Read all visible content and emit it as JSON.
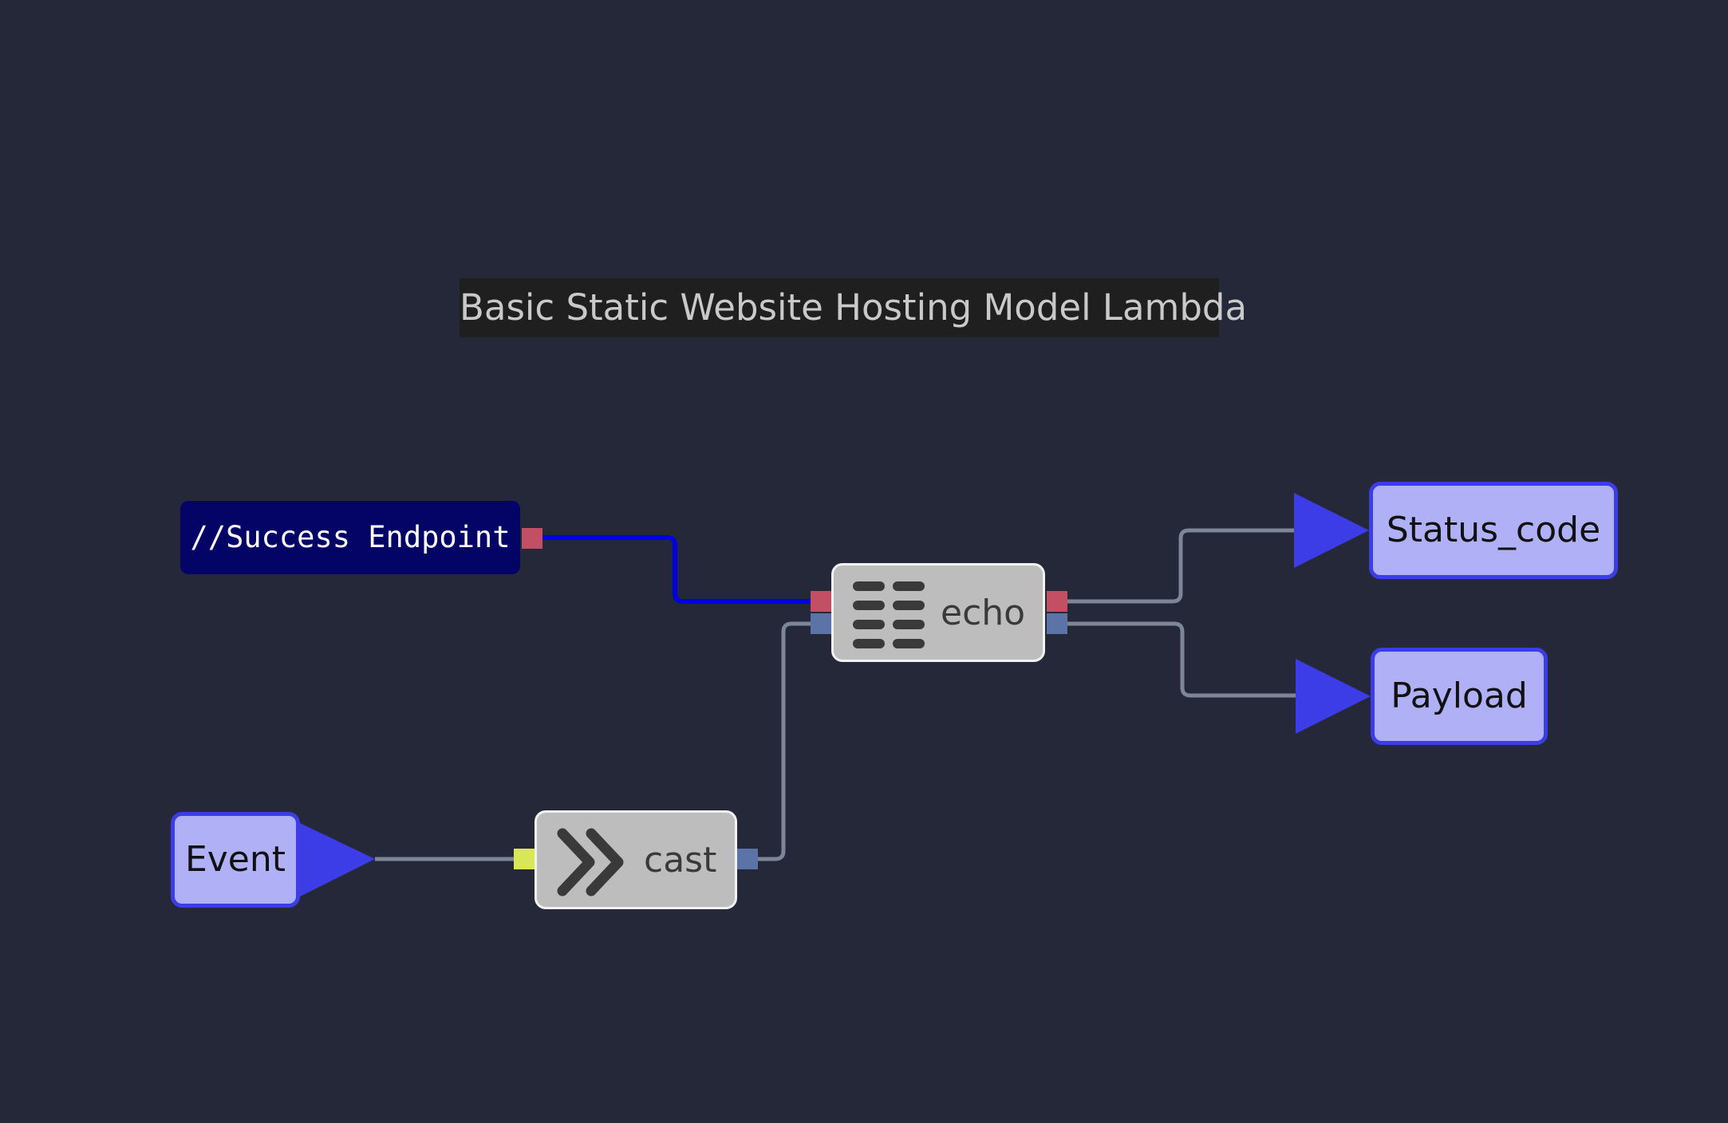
{
  "diagram": {
    "title": "Basic Static Website Hosting Model Lambda",
    "comment": "//Success Endpoint",
    "nodes": {
      "echo": {
        "label": "echo",
        "icon": "list-icon"
      },
      "cast": {
        "label": "cast",
        "icon": "double-chevron-right-icon"
      },
      "event": {
        "label": "Event"
      },
      "status_code": {
        "label": "Status_code"
      },
      "payload": {
        "label": "Payload"
      }
    },
    "edges": [
      {
        "from": "//Success Endpoint",
        "to": "echo"
      },
      {
        "from": "Event",
        "to": "cast"
      },
      {
        "from": "cast",
        "to": "echo"
      },
      {
        "from": "echo",
        "to": "Status_code"
      },
      {
        "from": "echo",
        "to": "Payload"
      }
    ],
    "colors": {
      "background": "#252838",
      "comment_node": "#030466",
      "highlighted_wire": "#0000e0",
      "wire": "#7d8696",
      "io_node_fill": "#b0b0f6",
      "io_node_border": "#3d3de8",
      "port_red": "#c24f63",
      "port_blue": "#5b73a6",
      "port_yellow": "#d9e658"
    }
  }
}
